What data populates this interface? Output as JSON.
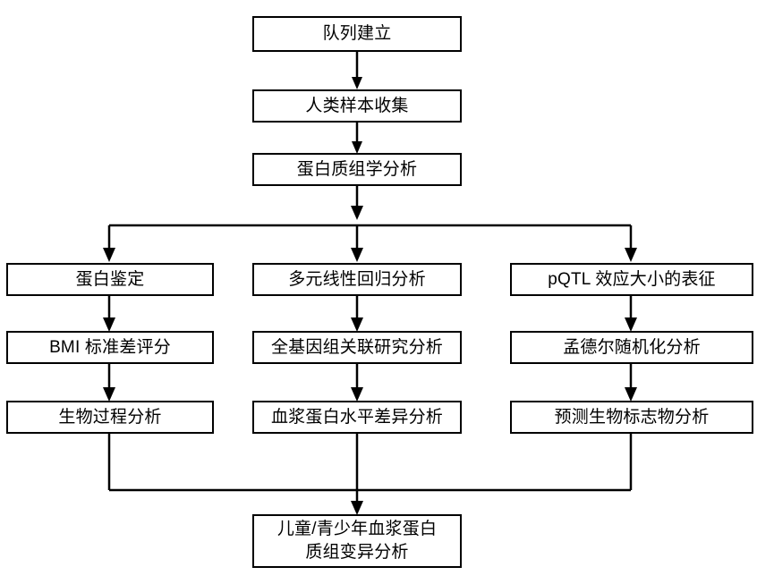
{
  "diagram": {
    "type": "flowchart",
    "orientation": "top-to-bottom",
    "language": "zh-CN",
    "background_color": "#ffffff",
    "line_color": "#000000",
    "text_color": "#000000",
    "nodes": [
      {
        "id": "cohort",
        "label": "队列建立"
      },
      {
        "id": "sample",
        "label": "人类样本收集"
      },
      {
        "id": "proteomics",
        "label": "蛋白质组学分析"
      },
      {
        "id": "protein_id",
        "label": "蛋白鉴定"
      },
      {
        "id": "mlr",
        "label": "多元线性回归分析"
      },
      {
        "id": "pqtl",
        "label": "pQTL 效应大小的表征"
      },
      {
        "id": "bmi_sds",
        "label": "BMI 标准差评分"
      },
      {
        "id": "gwas",
        "label": "全基因组关联研究分析"
      },
      {
        "id": "mr",
        "label": "孟德尔随机化分析"
      },
      {
        "id": "bioprocess",
        "label": "生物过程分析"
      },
      {
        "id": "plasma_diff",
        "label": "血浆蛋白水平差异分析"
      },
      {
        "id": "biomarker",
        "label": "预测生物标志物分析"
      },
      {
        "id": "final",
        "label": "儿童/青少年血浆蛋白\n质组变异分析"
      }
    ],
    "columns": {
      "left": [
        "protein_id",
        "bmi_sds",
        "bioprocess"
      ],
      "center": [
        "mlr",
        "gwas",
        "plasma_diff"
      ],
      "right": [
        "pqtl",
        "mr",
        "biomarker"
      ]
    },
    "edges": [
      {
        "from": "cohort",
        "to": "sample"
      },
      {
        "from": "sample",
        "to": "proteomics"
      },
      {
        "from": "proteomics",
        "to": "protein_id"
      },
      {
        "from": "proteomics",
        "to": "mlr"
      },
      {
        "from": "proteomics",
        "to": "pqtl"
      },
      {
        "from": "protein_id",
        "to": "bmi_sds"
      },
      {
        "from": "mlr",
        "to": "gwas"
      },
      {
        "from": "pqtl",
        "to": "mr"
      },
      {
        "from": "bmi_sds",
        "to": "bioprocess"
      },
      {
        "from": "gwas",
        "to": "plasma_diff"
      },
      {
        "from": "mr",
        "to": "biomarker"
      },
      {
        "from": "bioprocess",
        "to": "final"
      },
      {
        "from": "plasma_diff",
        "to": "final"
      },
      {
        "from": "biomarker",
        "to": "final"
      }
    ]
  }
}
